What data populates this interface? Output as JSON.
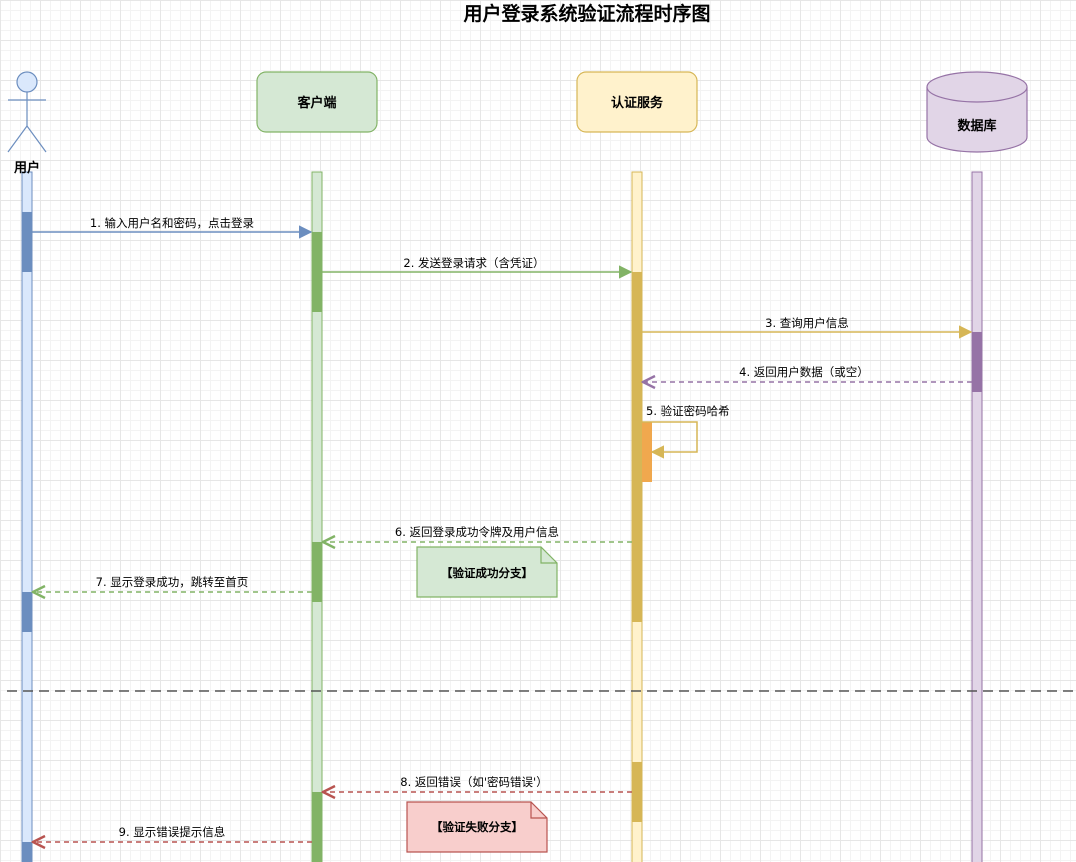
{
  "title": "用户登录系统验证流程时序图",
  "participants": {
    "user": {
      "label": "用户"
    },
    "client": {
      "label": "客户端"
    },
    "auth": {
      "label": "认证服务"
    },
    "db": {
      "label": "数据库"
    }
  },
  "messages": [
    {
      "label": "1. 输入用户名和密码，点击登录",
      "from": "user",
      "to": "client",
      "style": "solid"
    },
    {
      "label": "2. 发送登录请求（含凭证）",
      "from": "client",
      "to": "auth",
      "style": "solid"
    },
    {
      "label": "3. 查询用户信息",
      "from": "auth",
      "to": "db",
      "style": "solid"
    },
    {
      "label": "4. 返回用户数据（或空）",
      "from": "db",
      "to": "auth",
      "style": "dashed"
    },
    {
      "label": "5. 验证密码哈希",
      "from": "auth",
      "to": "auth",
      "style": "self"
    },
    {
      "label": "6. 返回登录成功令牌及用户信息",
      "from": "auth",
      "to": "client",
      "style": "dashed"
    },
    {
      "label": "7. 显示登录成功，跳转至首页",
      "from": "client",
      "to": "user",
      "style": "dashed"
    },
    {
      "label": "8. 返回错误（如'密码错误'）",
      "from": "auth",
      "to": "client",
      "style": "dashed"
    },
    {
      "label": "9. 显示错误提示信息",
      "from": "client",
      "to": "user",
      "style": "dashed"
    }
  ],
  "notes": {
    "success": "【验证成功分支】",
    "failure": "【验证失败分支】"
  },
  "colors": {
    "user_fill": "#dae8fc",
    "user_stroke": "#6c8ebf",
    "client_fill": "#d5e8d4",
    "client_stroke": "#82b366",
    "auth_fill": "#fff2cc",
    "auth_stroke": "#d6b656",
    "db_fill": "#e1d5e7",
    "db_stroke": "#9673a6",
    "self_activation": "#f0a84e",
    "failure_fill": "#f8cecc",
    "failure_stroke": "#b85450",
    "divider": "#555555"
  }
}
